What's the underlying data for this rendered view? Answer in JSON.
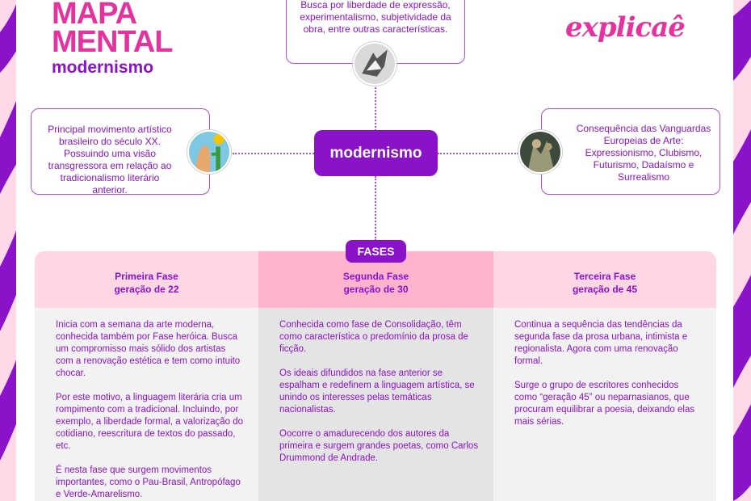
{
  "header": {
    "title_line1": "MAPA",
    "title_line2": "MENTAL",
    "subtitle": "modernismo",
    "logo": "explicaê"
  },
  "center": {
    "label": "modernismo"
  },
  "box_top": {
    "text": "Busca por liberdade de expressão, experimentalismo, subjetividade da obra, entre outras características."
  },
  "box_left": {
    "text": "Principal movimento artístico brasileiro do século XX. Possuindo uma visão transgressora em relação ao tradicionalismo literário anterior."
  },
  "box_right": {
    "text": "Consequência das Vanguardas Europeias de Arte: Expressionismo, Clubismo, Futurismo, Dadaísmo e Surrealismo"
  },
  "fases": {
    "label": "FASES",
    "columns": [
      {
        "title": "Primeira Fase",
        "subtitle": "geração de 22",
        "paragraphs": [
          "Inicia com a semana da arte moderna, conhecida também por Fase heróica. Busca um compromisso mais sólido dos artistas com a renovação estética e tem como intuito chocar.",
          "Por este motivo, a linguagem literária cria um rompimento com a tradicional. Incluindo, por exemplo, a liberdade formal, a valorização do cotidiano, reescritura de textos do passado, etc.",
          "É nesta fase que surgem movimentos importantes, como o Pau-Brasil, Antropófago e Verde-Amarelismo."
        ]
      },
      {
        "title": "Segunda Fase",
        "subtitle": "geração de 30",
        "paragraphs": [
          "Conhecida como fase de Consolidação, têm como característica o predomínio da prosa de ficção.",
          "Os ideais difundidos na fase anterior se espalham e redefinem a linguagem artística, se unindo os interesses pelas temáticas nacionalistas.",
          "Oocorre o amadurecendo dos autores da primeira e surgem grandes poetas, como Carlos Drummond de Andrade."
        ]
      },
      {
        "title": "Terceira Fase",
        "subtitle": "geração de 45",
        "paragraphs": [
          "Continua a sequência das tendências da segunda fase da prosa urbana, intimista e regionalista. Agora com uma renovação formal.",
          "Surge o grupo de escritores conhecidos como “geração 45” ou neparnasianos, que procuram equilibrar a poesia, deixando elas mais sérias."
        ]
      }
    ]
  },
  "colors": {
    "pink": "#e6329f",
    "purple": "#8a12c9",
    "light_pink": "#ffd6e4",
    "mid_pink": "#ffb3cc",
    "gray": "#f2f2f2"
  }
}
